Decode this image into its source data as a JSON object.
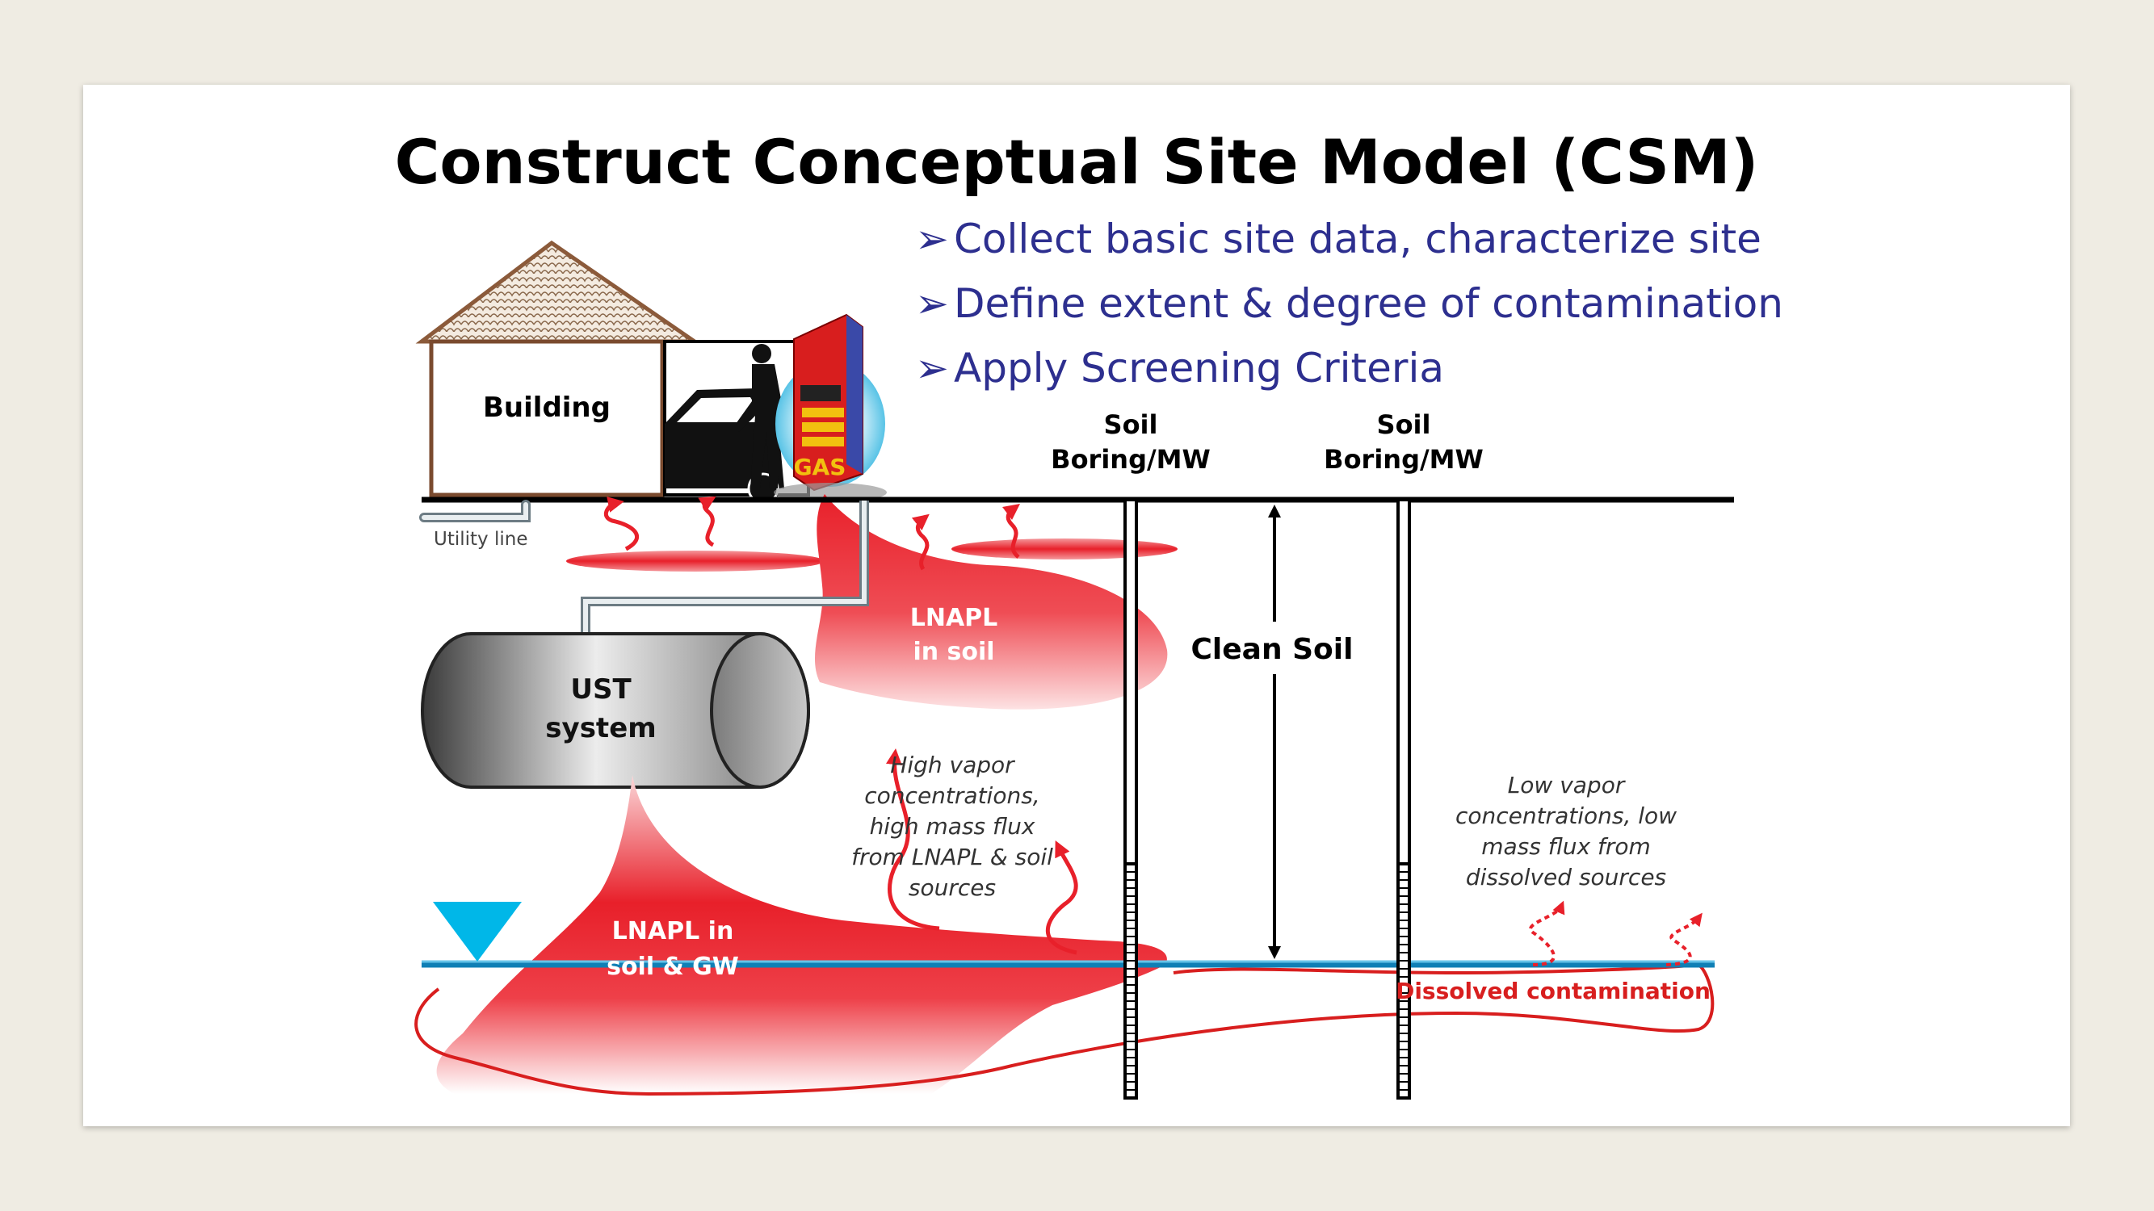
{
  "title": "Construct Conceptual Site Model (CSM)",
  "bullets": [
    "Collect basic site data, characterize site",
    "Define extent & degree of contamination",
    "Apply Screening Criteria"
  ],
  "labels": {
    "building": "Building",
    "utility_line": "Utility line",
    "pump_sign": "GAS",
    "ust_line1": "UST",
    "ust_line2": "system",
    "lnapl_soil_line1": "LNAPL",
    "lnapl_soil_line2": "in soil",
    "lnapl_gw_line1": "LNAPL in",
    "lnapl_gw_line2": "soil & GW",
    "clean_soil": "Clean Soil",
    "boring1_line1": "Soil",
    "boring1_line2": "Boring/MW",
    "boring2_line1": "Soil",
    "boring2_line2": "Boring/MW",
    "dissolved": "Dissolved contamination"
  },
  "annotations": {
    "high_vapor": [
      "High vapor",
      "concentrations,",
      "high mass flux",
      "from LNAPL & soil",
      "sources"
    ],
    "low_vapor": [
      "Low vapor",
      "concentrations, low",
      "mass flux from",
      "dissolved sources"
    ]
  },
  "colors": {
    "title": "#000000",
    "bullets": "#2d2f8f",
    "contamination": "#e8202a",
    "water_table": "#0f7fb5",
    "water_marker": "#00b7e8"
  }
}
